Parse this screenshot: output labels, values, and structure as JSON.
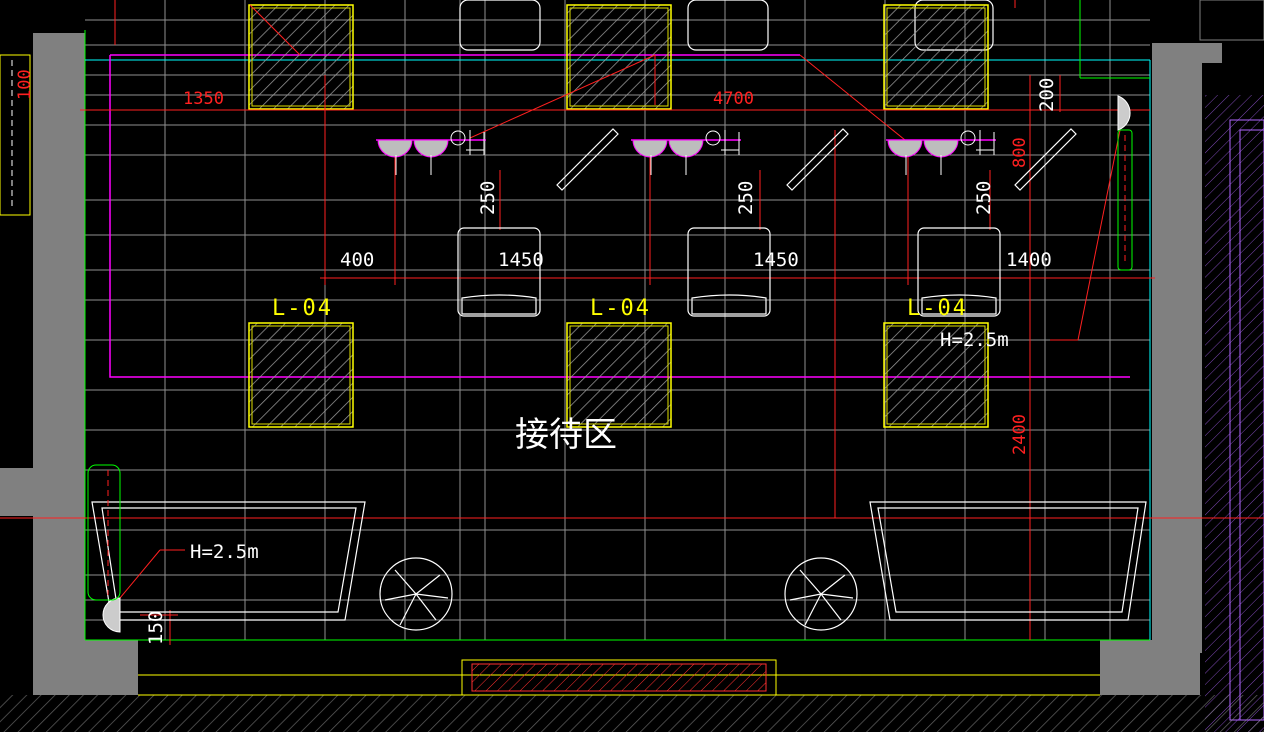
{
  "drawing": {
    "room_name": "接待区",
    "colors": {
      "background": "#000000",
      "grid": "#bfbfbf",
      "wall": "#808080",
      "dimension": "#ff2020",
      "magenta": "#ff00ff",
      "yellow": "#ffff00",
      "cyan": "#00ffff",
      "green": "#00ff00",
      "white": "#ffffff"
    },
    "labels": {
      "light_box_top_1": "L-04",
      "light_box_top_2": "L-04",
      "light_box_top_3": "L-04",
      "height_note_right": "H=2.5m",
      "height_note_left": "H=2.5m"
    },
    "dimensions": {
      "top_left": "1350",
      "top_middle": "4700",
      "right_200": "200",
      "right_800": "800",
      "right_2400": "2400",
      "left_100": "100",
      "row_400": "400",
      "row_1450_a": "1450",
      "row_1450_b": "1450",
      "row_1400": "1400",
      "vert_250_a": "250",
      "vert_250_b": "250",
      "vert_250_c": "250",
      "bottom_150": "150"
    }
  }
}
